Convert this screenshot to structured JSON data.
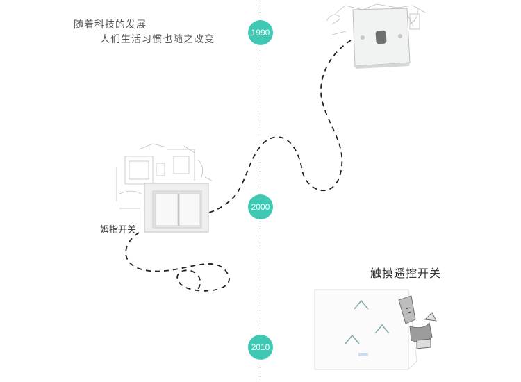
{
  "intro": {
    "line1": "随着科技的发展",
    "line2": "人们生活习惯也随之改变"
  },
  "timeline": {
    "years": [
      "1990",
      "2000",
      "2010"
    ],
    "accent_color": "#3fc9b5"
  },
  "switches": {
    "thumb_label": "姆指开关",
    "touch_label": "触摸遥控开关"
  }
}
